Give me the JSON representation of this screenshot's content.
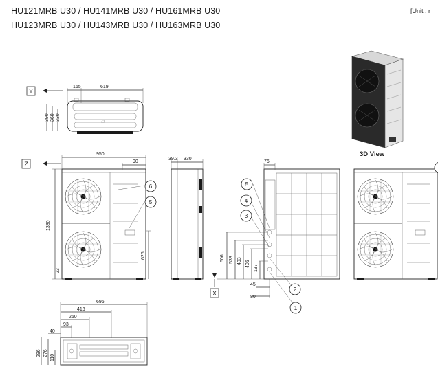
{
  "header": {
    "title_line1": "HU121MRB U30 / HU141MRB U30 / HU161MRB U30",
    "title_line2": "HU123MRB U30 / HU143MRB U30 / HU163MRB U30",
    "unit_label": "[Unit : r"
  },
  "view_labels": {
    "view_3d": "3D View",
    "marker_y": "Y",
    "marker_z": "Z",
    "marker_x": "X"
  },
  "dimensions": {
    "top_165": "165",
    "top_619": "619",
    "top_390": "390",
    "top_360": "360",
    "top_330": "330",
    "front_950": "950",
    "front_90": "90",
    "front_1380": "1380",
    "front_23": "23",
    "front_626": "626",
    "side_393": "39.3",
    "side_330": "330",
    "back_76": "76",
    "back_606": "606",
    "back_538": "538",
    "back_493": "493",
    "back_405": "405",
    "back_137": "137",
    "back_45": "45",
    "back_80": "80",
    "base_696": "696",
    "base_416": "416",
    "base_250": "250",
    "base_93": "93",
    "base_40": "40",
    "base_296": "296",
    "base_276": "276",
    "base_110": "110"
  },
  "callouts": [
    "1",
    "2",
    "3",
    "4",
    "5",
    "6"
  ]
}
